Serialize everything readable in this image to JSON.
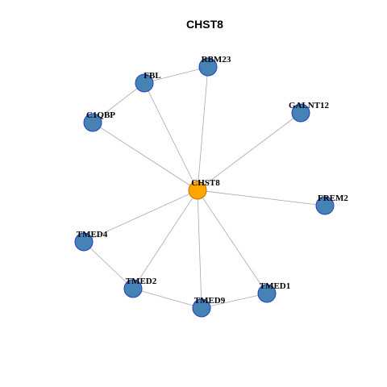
{
  "graph": {
    "title": "CHST8",
    "node_fill": "#4682b4",
    "node_stroke": "#1f3fbf",
    "center_fill": "#ffa500",
    "center_stroke": "#c76a00",
    "edge_color": "#a8a8a8",
    "nodes": [
      {
        "id": "CHST8",
        "label": "CHST8",
        "center": true
      },
      {
        "id": "RBM23",
        "label": "RBM23"
      },
      {
        "id": "FBL",
        "label": "FBL"
      },
      {
        "id": "C1QBP",
        "label": "C1QBP"
      },
      {
        "id": "GALNT12",
        "label": "GALNT12"
      },
      {
        "id": "FREM2",
        "label": "FREM2"
      },
      {
        "id": "TMED4",
        "label": "TMED4"
      },
      {
        "id": "TMED2",
        "label": "TMED2"
      },
      {
        "id": "TMED9",
        "label": "TMED9"
      },
      {
        "id": "TMED1",
        "label": "TMED1"
      }
    ],
    "edges": [
      [
        "CHST8",
        "RBM23"
      ],
      [
        "CHST8",
        "FBL"
      ],
      [
        "CHST8",
        "C1QBP"
      ],
      [
        "CHST8",
        "GALNT12"
      ],
      [
        "CHST8",
        "FREM2"
      ],
      [
        "CHST8",
        "TMED4"
      ],
      [
        "CHST8",
        "TMED2"
      ],
      [
        "CHST8",
        "TMED9"
      ],
      [
        "CHST8",
        "TMED1"
      ],
      [
        "FBL",
        "RBM23"
      ],
      [
        "FBL",
        "C1QBP"
      ],
      [
        "TMED4",
        "TMED2"
      ],
      [
        "TMED2",
        "TMED9"
      ],
      [
        "TMED9",
        "TMED1"
      ]
    ]
  }
}
